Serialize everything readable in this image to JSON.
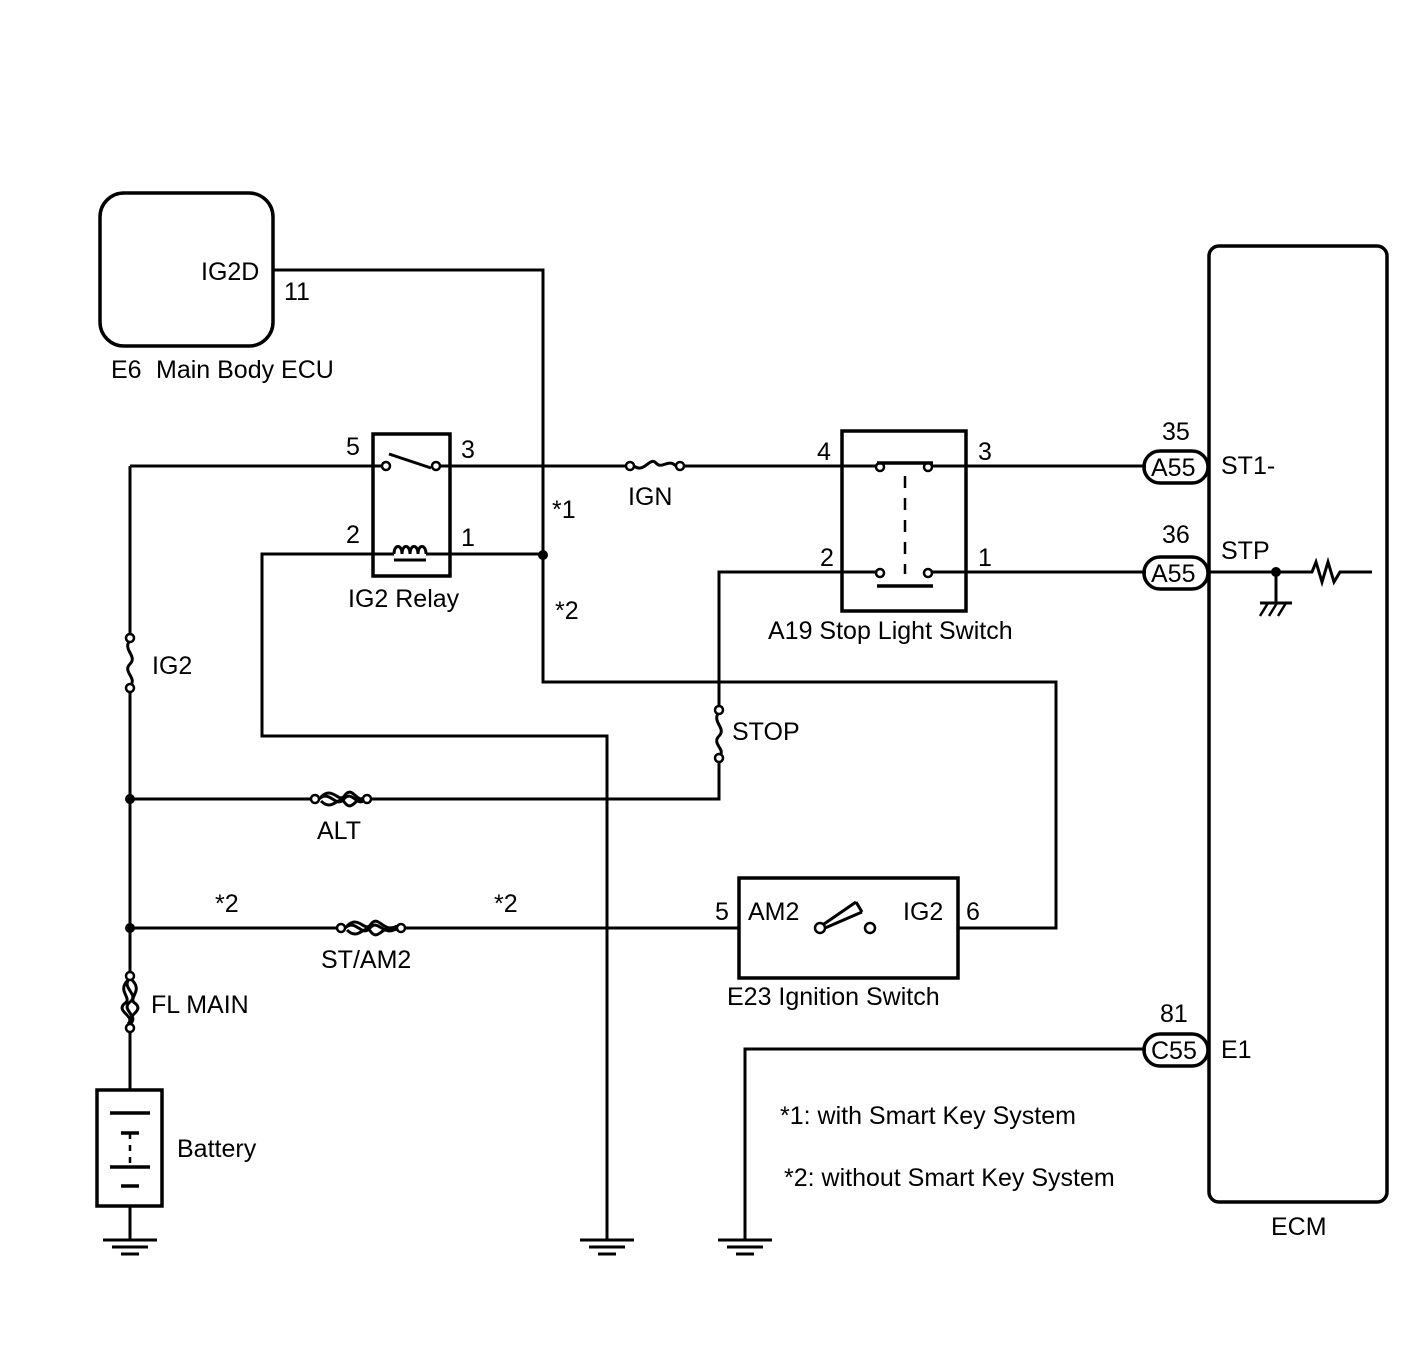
{
  "main_body_ecu": {
    "code": "E6",
    "name": "Main Body ECU",
    "pin_label": "IG2D",
    "pin_no": "11"
  },
  "ig2_relay": {
    "name": "IG2 Relay",
    "pin5": "5",
    "pin3": "3",
    "pin2": "2",
    "pin1": "1"
  },
  "fuses": {
    "ign": "IGN",
    "ig2": "IG2",
    "stop": "STOP",
    "alt": "ALT",
    "st_am2": "ST/AM2",
    "fl_main": "FL MAIN"
  },
  "stop_light_switch": {
    "name": "A19 Stop Light Switch",
    "pin4": "4",
    "pin3": "3",
    "pin2": "2",
    "pin1": "1"
  },
  "ignition_switch": {
    "name": "E23  Ignition Switch",
    "pin_left_no": "5",
    "pin_left_label": "AM2",
    "pin_right_label": "IG2",
    "pin_right_no": "6"
  },
  "battery": {
    "name": "Battery"
  },
  "ecm": {
    "name": "ECM",
    "pins": [
      {
        "number": "35",
        "connector": "A55",
        "signal": "ST1-"
      },
      {
        "number": "36",
        "connector": "A55",
        "signal": "STP"
      },
      {
        "number": "81",
        "connector": "C55",
        "signal": "E1"
      }
    ]
  },
  "marks": {
    "note1_mark": "*1",
    "note2_mark": "*2"
  },
  "notes": {
    "note1": "*1: with Smart Key System",
    "note2": "*2: without Smart Key System"
  }
}
